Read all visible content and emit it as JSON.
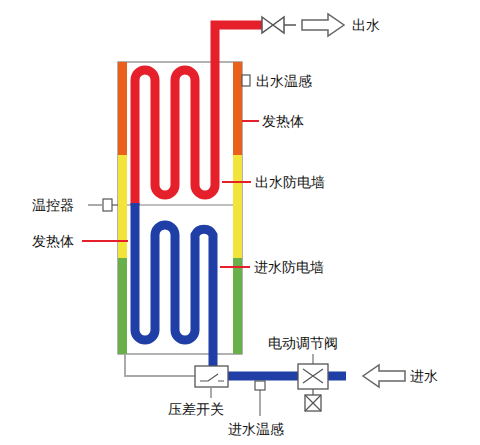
{
  "diagram": {
    "labels": [
      "出水",
      "出水温感",
      "发热体",
      "出水防电墙",
      "温控器",
      "发热体",
      "进水防电墙",
      "电动调节阀",
      "进水",
      "压差开关",
      "进水温感"
    ]
  }
}
